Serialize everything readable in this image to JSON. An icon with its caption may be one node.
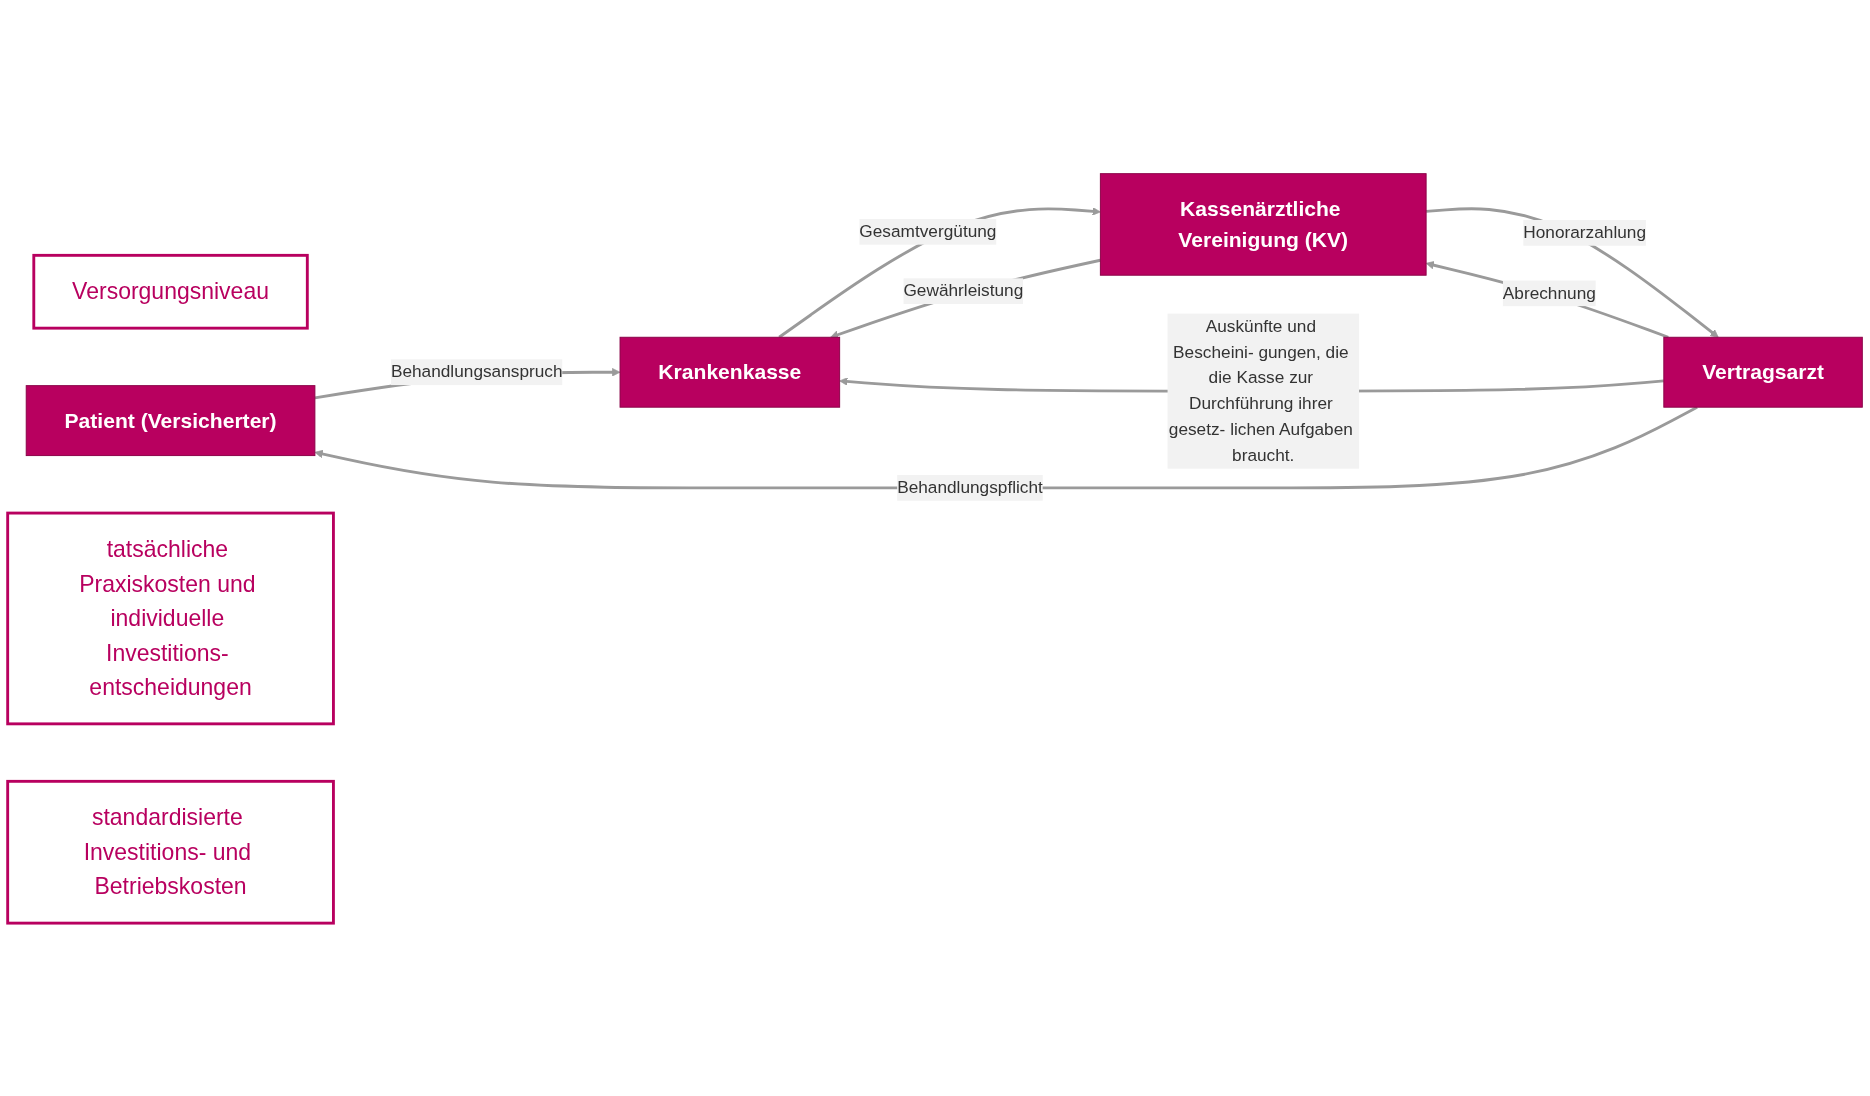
{
  "diagram": {
    "nodes": [
      {
        "text": [
          "Versorgungsniveau"
        ]
      },
      {
        "text": [
          "Patient (Versicherter)"
        ]
      },
      {
        "text": [
          "Vertragsarzt"
        ]
      },
      {
        "text": [
          "Krankenkasse"
        ]
      },
      {
        "text": [
          "Kassenärztliche Vereinigung (KV)"
        ]
      },
      {
        "text": [
          "tatsächliche Praxiskosten und individuelle Investitions- entscheidungen"
        ]
      },
      {
        "text": [
          "standardisierte Investitions- und Betriebskosten"
        ]
      }
    ],
    "edges": [
      {
        "from": 2,
        "to": 1,
        "arrow": "to",
        "label": "Behandlungspflicht"
      },
      {
        "from": 1,
        "to": 3,
        "arrow": "to",
        "label": "Behandlungsanspruch"
      },
      {
        "from": 2,
        "to": 3,
        "arrow": "to",
        "label": "Auskünfte und Bescheini- gungen, die die Kasse zur Durchführung ihrer gesetz- lichen Aufgaben braucht."
      },
      {
        "from": 3,
        "to": 4,
        "arrow": "to",
        "label": "Gesamtvergütung"
      },
      {
        "from": 4,
        "to": 3,
        "arrow": "to",
        "label": "Gewährleistung"
      },
      {
        "from": 4,
        "to": 2,
        "arrow": "to",
        "label": "Honorarzahlung"
      },
      {
        "from": 2,
        "to": 4,
        "arrow": "to",
        "label": "Abrechnung"
      }
    ]
  }
}
